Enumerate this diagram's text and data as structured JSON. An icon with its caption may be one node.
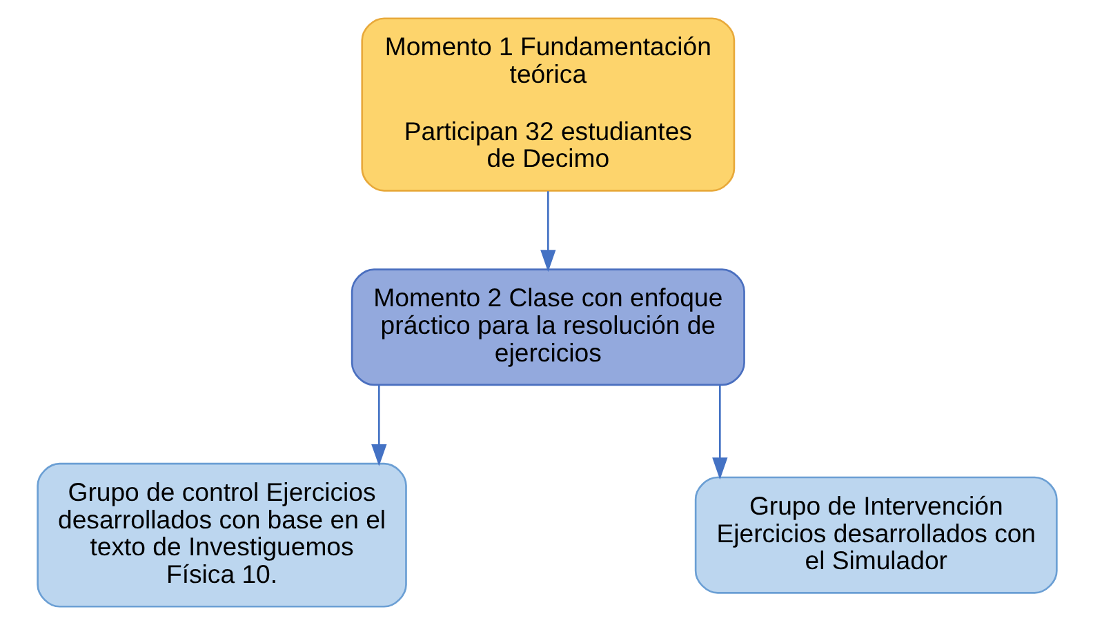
{
  "diagram": {
    "nodes": [
      {
        "text": [
          "Momento 1 Fundamentación teórica",
          "Participan 32 estudiantes de Decimo"
        ]
      },
      {
        "text": [
          "Momento 2 Clase con enfoque práctico para la resolución de ejercicios"
        ]
      },
      {
        "text": [
          "Grupo de control Ejercicios desarrollados con base en el texto de Investiguemos Física 10."
        ]
      },
      {
        "text": [
          "Grupo de Intervención Ejercicios desarrollados con el Simulador"
        ]
      }
    ],
    "edges": [
      {
        "from": 0,
        "to": 1,
        "arrow": "to"
      },
      {
        "from": 1,
        "to": 2,
        "arrow": "to"
      },
      {
        "from": 1,
        "to": 3,
        "arrow": "to"
      }
    ]
  }
}
